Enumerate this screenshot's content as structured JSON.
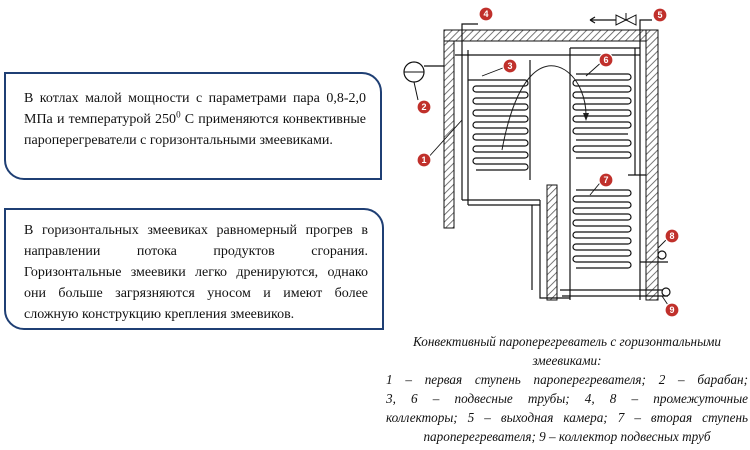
{
  "callout_top": {
    "text_before_sup": "В котлах малой мощности с параметрами пара 0,8-2,0 МПа и температурой 250",
    "sup": "0",
    "text_after_sup": " С применяются конвективные пароперегреватели с горизонтальными змеевиками."
  },
  "callout_bottom": {
    "text": "В горизонтальных змеевиках равномерный прогрев в направлении потока продуктов сгорания. Горизонтальные змеевики легко дренируются, однако они больше загрязняются уносом и имеют более сложную конструкцию крепления змеевиков."
  },
  "diagram": {
    "labels": [
      "1",
      "2",
      "3",
      "4",
      "5",
      "6",
      "7",
      "8",
      "9"
    ],
    "colors": {
      "marker": "#c0302b",
      "pipe": "#111111",
      "wall_hatch": "#555555"
    },
    "icons": [
      "valve-icon",
      "drum-icon",
      "arrow-icon"
    ]
  },
  "caption": {
    "title_line1": "Конвективный пароперегреватель с горизонтальными",
    "title_line2": "змеевиками:",
    "line1": "1 – первая ступень пароперегревателя; 2 – барабан;",
    "line2": "3, 6 – подвесные трубы; 4, 8 – промежуточные",
    "line3": "коллекторы; 5 – выходная камера; 7 – вторая ступень",
    "line4": "пароперегревателя; 9 – коллектор подвесных труб"
  }
}
